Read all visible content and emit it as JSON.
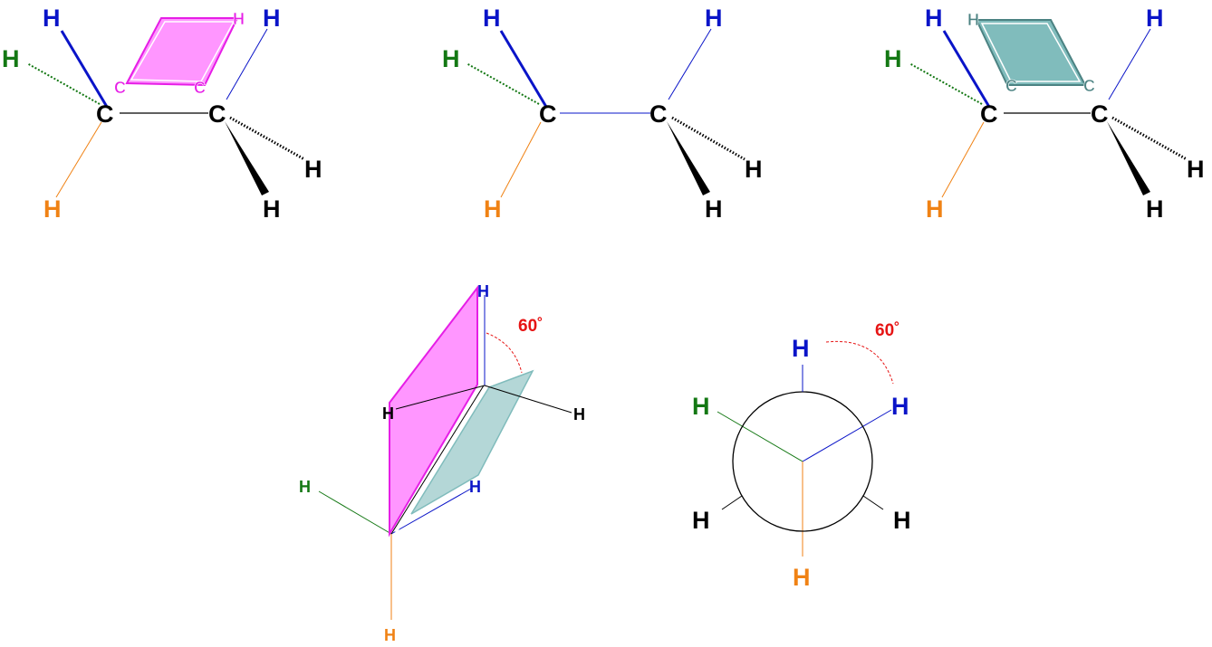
{
  "colors": {
    "blue": "#0a14c8",
    "green": "#147814",
    "orange": "#f08214",
    "black": "#000000",
    "magenta": "#e61ee6",
    "pink_fill": "#ff96ff",
    "teal": "#4b8282",
    "teal_fill": "#80bcbc",
    "light_teal_fill": "#b4d7d7",
    "red": "#e61414"
  },
  "atoms": {
    "carbon": "C",
    "hydrogen": "H"
  },
  "angle_label": "60˚"
}
